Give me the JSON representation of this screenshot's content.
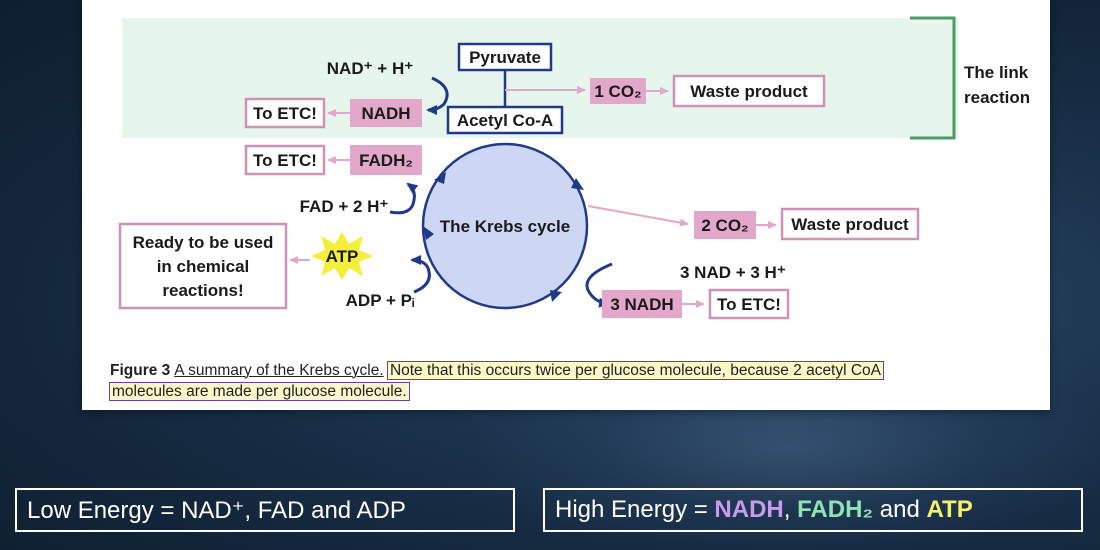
{
  "figure": {
    "link_reaction_label_1": "The link",
    "link_reaction_label_2": "reaction",
    "pyruvate": "Pyruvate",
    "acetyl_coa": "Acetyl Co-A",
    "nad_plus_h": "NAD⁺ + H⁺",
    "nadh": "NADH",
    "to_etc": "To ETC!",
    "fadh2": "FADH₂",
    "fad_2h": "FAD + 2 H⁺",
    "co2_1": "1 CO₂",
    "co2_2": "2 CO₂",
    "waste_product": "Waste product",
    "krebs_cycle": "The Krebs cycle",
    "atp": "ATP",
    "adp_pi": "ADP + Pᵢ",
    "ready_line1": "Ready to be used",
    "ready_line2": "in chemical",
    "ready_line3": "reactions!",
    "nad3": "3 NAD + 3 H⁺",
    "nadh3": "3 NADH"
  },
  "caption": {
    "figure_label": "Figure 3",
    "text_plain": "A summary of the Krebs cycle.",
    "text_highlight_1": "Note that this occurs twice per glucose molecule, because 2 acetyl CoA",
    "text_highlight_2": "molecules are made per glucose molecule."
  },
  "energy": {
    "low": "Low Energy = NAD⁺, FAD and ADP",
    "high_prefix": "High Energy = ",
    "high_nadh": "NADH",
    "high_sep1": ", ",
    "high_fadh2": "FADH₂",
    "high_sep2": " and ",
    "high_atp": "ATP"
  },
  "colors": {
    "link_band": "#e6f6ec",
    "bracket": "#4e9a6a",
    "pink": "#e3a8c9",
    "pink_border": "#cf92b6",
    "navy": "#1f3a88",
    "cycle_fill": "#cdd6f2",
    "atp_star": "#f4ef3a"
  }
}
